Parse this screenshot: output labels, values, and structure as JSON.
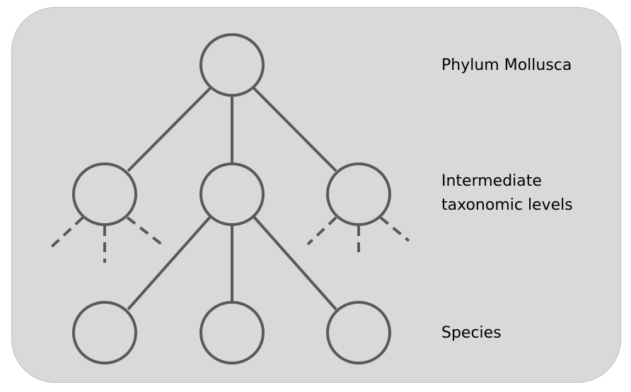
{
  "labels": {
    "phylum": "Phylum Mollusca",
    "intermediate_line1": "Intermediate",
    "intermediate_line2": "taxonomic levels",
    "species": "Species"
  },
  "colors": {
    "background": "#d9d9d9",
    "border": "#bfbfbf",
    "stroke": "#595959",
    "text": "#000000"
  }
}
